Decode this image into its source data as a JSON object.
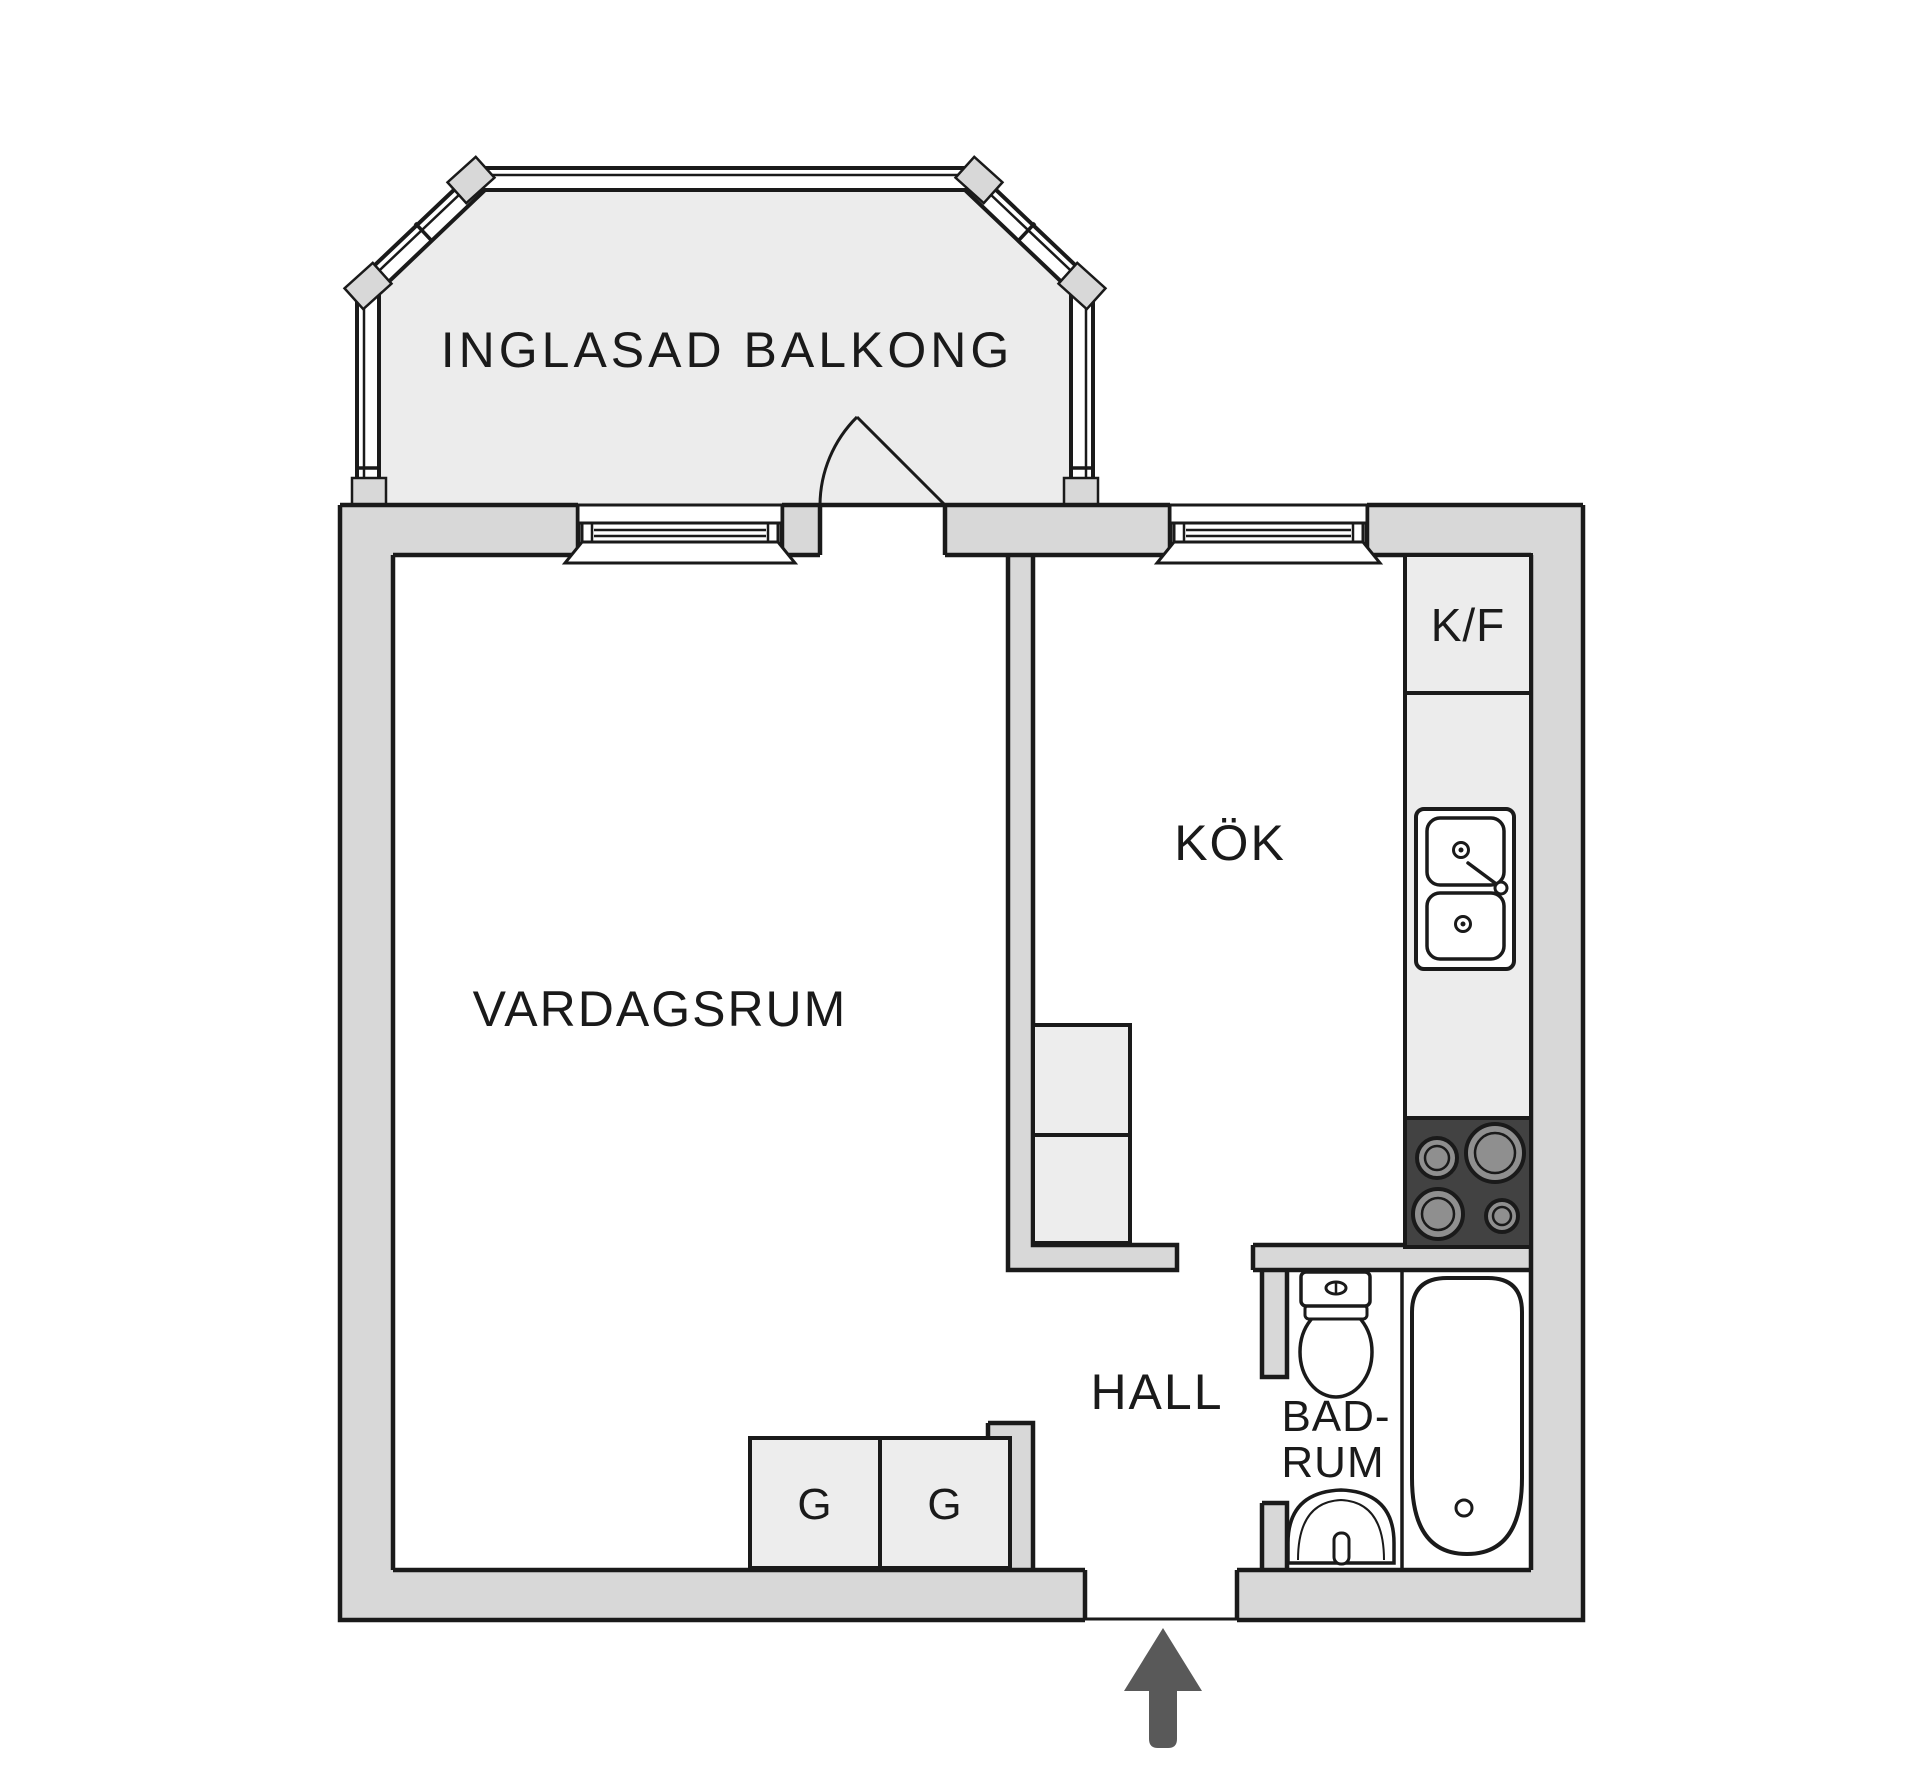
{
  "page": {
    "type": "floorplan",
    "background": "#ffffff"
  },
  "colors": {
    "wall_fill": "#d8d8d8",
    "balcony_floor": "#ececec",
    "cabinet_fill": "#ededed",
    "line": "#1a1a1a",
    "stove_fill": "#424242",
    "burner_fill": "#8f8f8f",
    "arrow_fill": "#595959"
  },
  "floorplan": {
    "rooms": {
      "balcony": {
        "label": "INGLASAD BALKONG"
      },
      "living_room": {
        "label": "VARDAGSRUM"
      },
      "kitchen": {
        "label": "KÖK"
      },
      "hall": {
        "label": "HALL"
      },
      "bathroom": {
        "label_line1": "BAD-",
        "label_line2": "RUM"
      }
    },
    "fixtures": {
      "fridge_freezer": {
        "label": "K/F"
      },
      "wardrobe_left": {
        "label": "G"
      },
      "wardrobe_right": {
        "label": "G"
      },
      "sink": {
        "name": "double-sink"
      },
      "stove": {
        "name": "cooktop-4-burners"
      },
      "toilet": {
        "name": "toilet"
      },
      "bathtub": {
        "name": "bathtub"
      },
      "washbasin": {
        "name": "washbasin"
      }
    },
    "entrance": {
      "symbol": "arrow-up"
    }
  }
}
